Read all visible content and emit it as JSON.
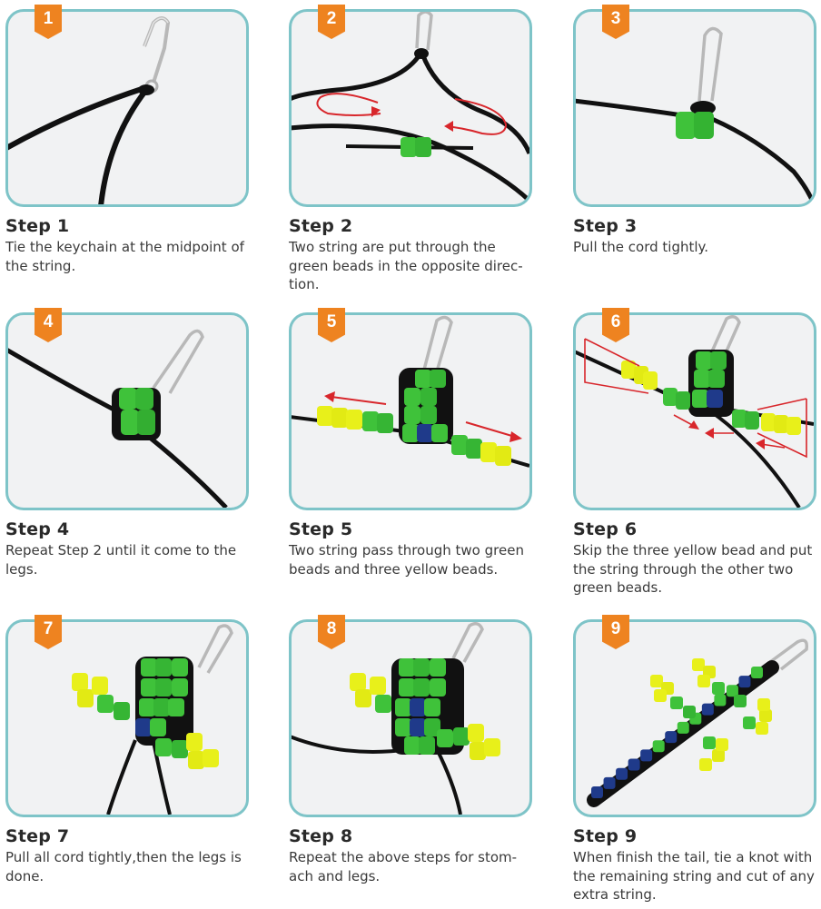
{
  "steps": [
    {
      "number": "1",
      "title": "Step 1",
      "lines": [
        "Tie the keychain at the midpoint of",
        "the string."
      ]
    },
    {
      "number": "2",
      "title": "Step 2",
      "lines": [
        "Two string are put through the",
        "green beads in the opposite direc-",
        "tion."
      ]
    },
    {
      "number": "3",
      "title": "Step 3",
      "lines": [
        "Pull the cord tightly."
      ]
    },
    {
      "number": "4",
      "title": "Step 4",
      "lines": [
        "Repeat Step 2 until it come to the",
        "legs."
      ]
    },
    {
      "number": "5",
      "title": "Step 5",
      "lines": [
        "Two string pass through two green",
        "beads and three yellow beads."
      ]
    },
    {
      "number": "6",
      "title": "Step 6",
      "lines": [
        "Skip the three yellow bead and put",
        "the string through the other two",
        "green beads."
      ]
    },
    {
      "number": "7",
      "title": "Step 7",
      "lines": [
        "Pull all cord tightly,then the legs is",
        "done."
      ]
    },
    {
      "number": "8",
      "title": "Step 8",
      "lines": [
        "Repeat the above steps for stom-",
        "ach and legs."
      ]
    },
    {
      "number": "9",
      "title": "Step 9",
      "lines": [
        "When finish the tail, tie a knot with",
        "the remaining string and cut of any",
        "extra string."
      ]
    }
  ],
  "colors": {
    "frame_border": "#7ec4c8",
    "badge": "#ee8320",
    "green_bead": "#3fc23a",
    "yellow_bead": "#e8f01a",
    "blue_bead": "#1f3a8a",
    "cord": "#111111",
    "arrow": "#d8262b"
  }
}
